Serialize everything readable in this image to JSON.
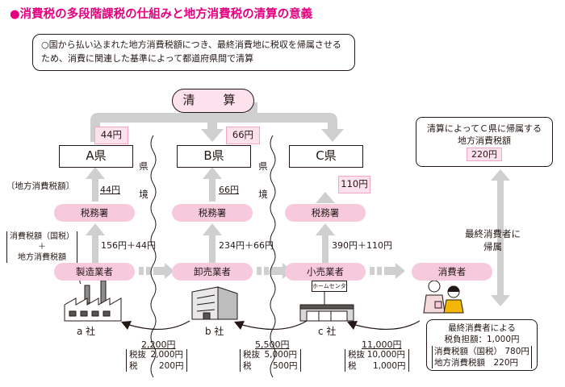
{
  "title": "●消費税の多段階課税の仕組みと地方消費税の清算の意義",
  "note": "○国から払い込まれた地方消費税額につき、最終消費地に税収を帰属させるため、消費に関連した基準によって都道府県間で清算",
  "settlement_label": "清　算",
  "prefectures": [
    {
      "name": "A県",
      "amount": "44円"
    },
    {
      "name": "B県",
      "amount": "66円"
    },
    {
      "name": "C県",
      "amount": "110円"
    }
  ],
  "border_label": "県　境",
  "tax_office": "税務署",
  "local_tax_label": "〔地方消費税額〕",
  "local_amounts": [
    "44円",
    "66円"
  ],
  "tax_breakdown_label": {
    "line1": "消費税額（国税）",
    "line2": "＋",
    "line3": "地方消費税額"
  },
  "tax_payments": [
    "156円＋44円",
    "234円＋66円",
    "390円＋110円"
  ],
  "businesses": [
    {
      "name": "製造業者",
      "company": "a 社"
    },
    {
      "name": "卸売業者",
      "company": "b 社"
    },
    {
      "name": "小売業者",
      "company": "c 社"
    }
  ],
  "store_sign": "ホームセンター",
  "consumer": "消費者",
  "right_box": {
    "line1": "清算によってＣ県に帰属する",
    "line2": "地方消費税額",
    "amount": "220円"
  },
  "final_label": {
    "line1": "最終消費者に",
    "line2": "帰属"
  },
  "transactions": [
    {
      "total": "2,200円",
      "ex_label": "税抜",
      "ex_value": "2,000円",
      "tax_label": "税",
      "tax_value": "200円"
    },
    {
      "total": "5,500円",
      "ex_label": "税抜",
      "ex_value": "5,000円",
      "tax_label": "税",
      "tax_value": "500円"
    },
    {
      "total": "11,000円",
      "ex_label": "税抜",
      "ex_value": "10,000円",
      "tax_label": "税",
      "tax_value": "1,000円"
    }
  ],
  "burden_box": {
    "line1": "最終消費者による",
    "line2": "税負担額：1,000円",
    "national_label": "消費税額（国税）",
    "national_value": "780円",
    "local_label": "地方消費税額",
    "local_value": "220円"
  },
  "colors": {
    "pink": "#f6c9dd",
    "light_pink": "#fde1ec",
    "arrow": "#cfcfcf",
    "accent": "#e4007f"
  }
}
